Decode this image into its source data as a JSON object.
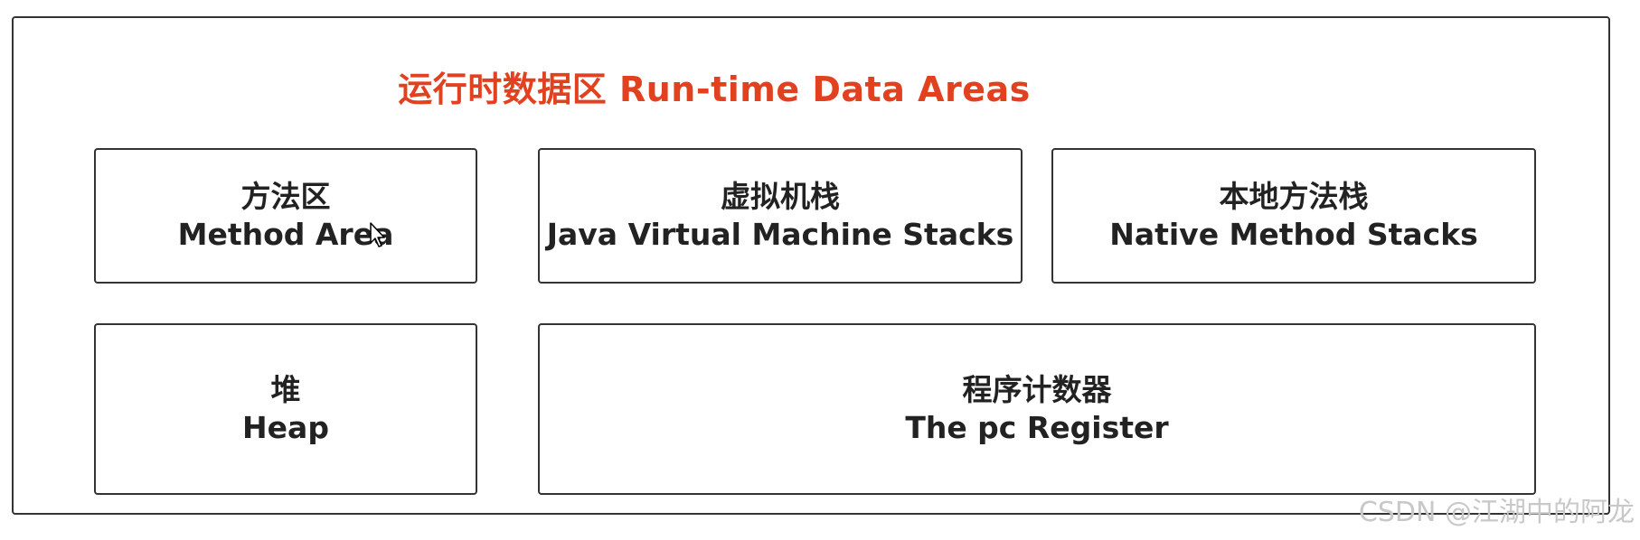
{
  "title": "运行时数据区 Run-time Data Areas",
  "title_color": "#e2411f",
  "areas": [
    {
      "zh": "方法区",
      "en": "Method Area"
    },
    {
      "zh": "虚拟机栈",
      "en": "Java Virtual Machine Stacks"
    },
    {
      "zh": "本地方法栈",
      "en": "Native Method Stacks"
    },
    {
      "zh": "堆",
      "en": "Heap"
    },
    {
      "zh": "程序计数器",
      "en": "The pc Register"
    }
  ],
  "watermark": "CSDN @江湖中的阿龙",
  "cursor_icon": "mouse-pointer-icon"
}
